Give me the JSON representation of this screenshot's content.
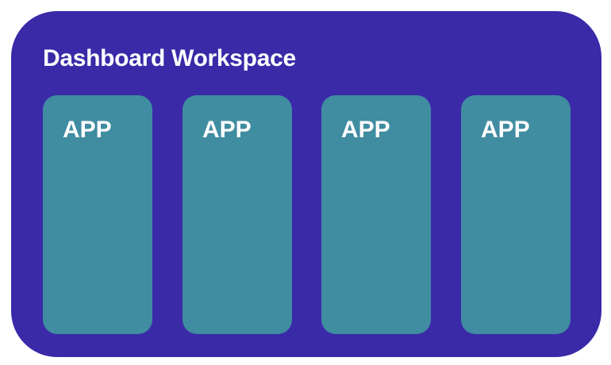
{
  "workspace": {
    "title": "Dashboard Workspace",
    "background_color": "#3a2aa8",
    "text_color": "#ffffff"
  },
  "apps": [
    {
      "label": "APP"
    },
    {
      "label": "APP"
    },
    {
      "label": "APP"
    },
    {
      "label": "APP"
    }
  ],
  "app_style": {
    "background_color": "#408ca1",
    "text_color": "#ffffff"
  }
}
